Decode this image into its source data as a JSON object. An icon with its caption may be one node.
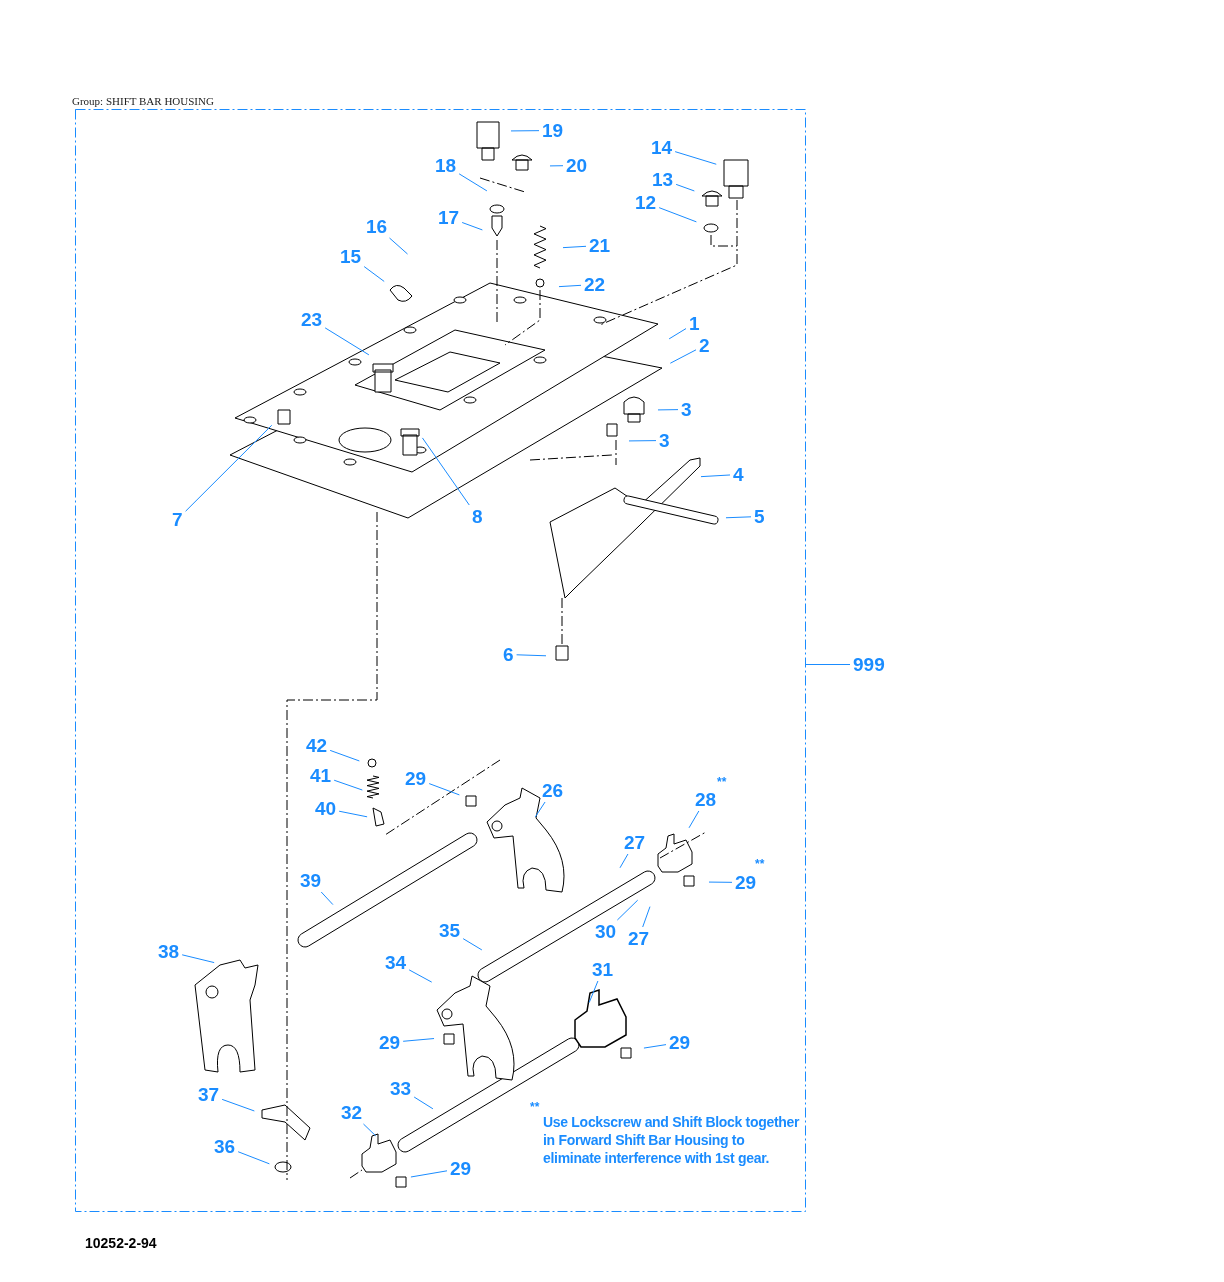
{
  "diagram": {
    "title": "Group: SHIFT BAR HOUSING",
    "nodes": [
      {
        "text": [],
        "shape": "box"
      },
      {
        "text": [
          "19"
        ],
        "in": 0
      },
      {
        "text": [
          "14"
        ],
        "in": 0
      },
      {
        "text": [
          "20"
        ],
        "in": 0
      },
      {
        "text": [
          "18"
        ],
        "in": 0
      },
      {
        "text": [
          "13"
        ],
        "in": 0
      },
      {
        "text": [
          "12"
        ],
        "in": 0
      },
      {
        "text": [
          "17"
        ],
        "in": 0
      },
      {
        "text": [
          "16"
        ],
        "in": 0
      },
      {
        "text": [
          "21"
        ],
        "in": 0
      },
      {
        "text": [
          "15"
        ],
        "in": 0
      },
      {
        "text": [
          "22"
        ],
        "in": 0
      },
      {
        "text": [
          "23"
        ],
        "in": 0
      },
      {
        "text": [
          "1"
        ],
        "in": 0
      },
      {
        "text": [
          "2"
        ],
        "in": 0
      },
      {
        "text": [
          "3"
        ],
        "in": 0
      },
      {
        "text": [
          "3"
        ],
        "in": 0
      },
      {
        "text": [
          "4"
        ],
        "in": 0
      },
      {
        "text": [
          "7"
        ],
        "in": 0
      },
      {
        "text": [
          "8"
        ],
        "in": 0
      },
      {
        "text": [
          "5"
        ],
        "in": 0
      },
      {
        "text": [
          "6"
        ],
        "in": 0
      },
      {
        "text": [
          "999"
        ]
      },
      {
        "text": [
          "42"
        ],
        "in": 0
      },
      {
        "text": [
          "41"
        ],
        "in": 0
      },
      {
        "text": [
          "29"
        ],
        "in": 0
      },
      {
        "text": [
          "26"
        ],
        "in": 0
      },
      {
        "text": [
          "28"
        ],
        "in": 0
      },
      {
        "text": [
          "40"
        ],
        "in": 0
      },
      {
        "text": [
          "27"
        ],
        "in": 0
      },
      {
        "text": [
          "39"
        ],
        "in": 0
      },
      {
        "text": [
          "29"
        ],
        "in": 0
      },
      {
        "text": [
          "35"
        ],
        "in": 0
      },
      {
        "text": [
          "30"
        ],
        "in": 0
      },
      {
        "text": [
          "27"
        ],
        "in": 0
      },
      {
        "text": [
          "38"
        ],
        "in": 0
      },
      {
        "text": [
          "34"
        ],
        "in": 0
      },
      {
        "text": [
          "31"
        ],
        "in": 0
      },
      {
        "text": [
          "29"
        ],
        "in": 0
      },
      {
        "text": [
          "29"
        ],
        "in": 0
      },
      {
        "text": [
          "33"
        ],
        "in": 0
      },
      {
        "text": [
          "37"
        ],
        "in": 0
      },
      {
        "text": [
          "32"
        ],
        "in": 0
      },
      {
        "text": [
          "36"
        ],
        "in": 0
      },
      {
        "text": [
          "29"
        ],
        "in": 0
      }
    ],
    "edges": [
      {
        "from": 1,
        "to": null,
        "arrow": "none"
      },
      {
        "from": 2,
        "to": null,
        "arrow": "none"
      },
      {
        "from": 3,
        "to": null,
        "arrow": "none"
      },
      {
        "from": 4,
        "to": null,
        "arrow": "none"
      },
      {
        "from": 5,
        "to": null,
        "arrow": "none"
      },
      {
        "from": 6,
        "to": null,
        "arrow": "none"
      },
      {
        "from": 7,
        "to": null,
        "arrow": "none"
      },
      {
        "from": 8,
        "to": null,
        "arrow": "none"
      },
      {
        "from": 9,
        "to": null,
        "arrow": "none"
      },
      {
        "from": 10,
        "to": null,
        "arrow": "none"
      },
      {
        "from": 11,
        "to": null,
        "arrow": "none"
      },
      {
        "from": 12,
        "to": null,
        "arrow": "none"
      },
      {
        "from": 13,
        "to": null,
        "arrow": "none"
      },
      {
        "from": 14,
        "to": null,
        "arrow": "none"
      },
      {
        "from": 15,
        "to": null,
        "arrow": "none"
      },
      {
        "from": 16,
        "to": null,
        "arrow": "none"
      },
      {
        "from": 17,
        "to": null,
        "arrow": "none"
      },
      {
        "from": 18,
        "to": null,
        "arrow": "none"
      },
      {
        "from": 19,
        "to": null,
        "arrow": "none"
      },
      {
        "from": 20,
        "to": null,
        "arrow": "none"
      },
      {
        "from": 21,
        "to": null,
        "arrow": "none"
      },
      {
        "from": 22,
        "to": 0,
        "arrow": "none"
      },
      {
        "from": 23,
        "to": null,
        "arrow": "none"
      },
      {
        "from": 24,
        "to": null,
        "arrow": "none"
      },
      {
        "from": 25,
        "to": null,
        "arrow": "none"
      },
      {
        "from": 26,
        "to": null,
        "arrow": "none"
      },
      {
        "from": 27,
        "to": null,
        "arrow": "none"
      },
      {
        "from": 28,
        "to": null,
        "arrow": "none"
      },
      {
        "from": 29,
        "to": null,
        "arrow": "none"
      },
      {
        "from": 30,
        "to": null,
        "arrow": "none"
      },
      {
        "from": 31,
        "to": null,
        "arrow": "none"
      },
      {
        "from": 32,
        "to": null,
        "arrow": "none"
      },
      {
        "from": 33,
        "to": null,
        "arrow": "none"
      },
      {
        "from": 34,
        "to": null,
        "arrow": "none"
      },
      {
        "from": 35,
        "to": null,
        "arrow": "none"
      },
      {
        "from": 36,
        "to": null,
        "arrow": "none"
      },
      {
        "from": 37,
        "to": null,
        "arrow": "none"
      },
      {
        "from": 38,
        "to": null,
        "arrow": "none"
      },
      {
        "from": 39,
        "to": null,
        "arrow": "none"
      },
      {
        "from": 40,
        "to": null,
        "arrow": "none"
      },
      {
        "from": 41,
        "to": null,
        "arrow": "none"
      },
      {
        "from": 42,
        "to": null,
        "arrow": "none"
      },
      {
        "from": 43,
        "to": null,
        "arrow": "none"
      },
      {
        "from": 44,
        "to": null,
        "arrow": "none"
      }
    ],
    "labels": [
      "**",
      "**",
      "**",
      "Use Lockscrew and Shift Block together in Forward Shift Bar Housing to eliminate interference with 1st gear.",
      "10252-2-94"
    ]
  }
}
